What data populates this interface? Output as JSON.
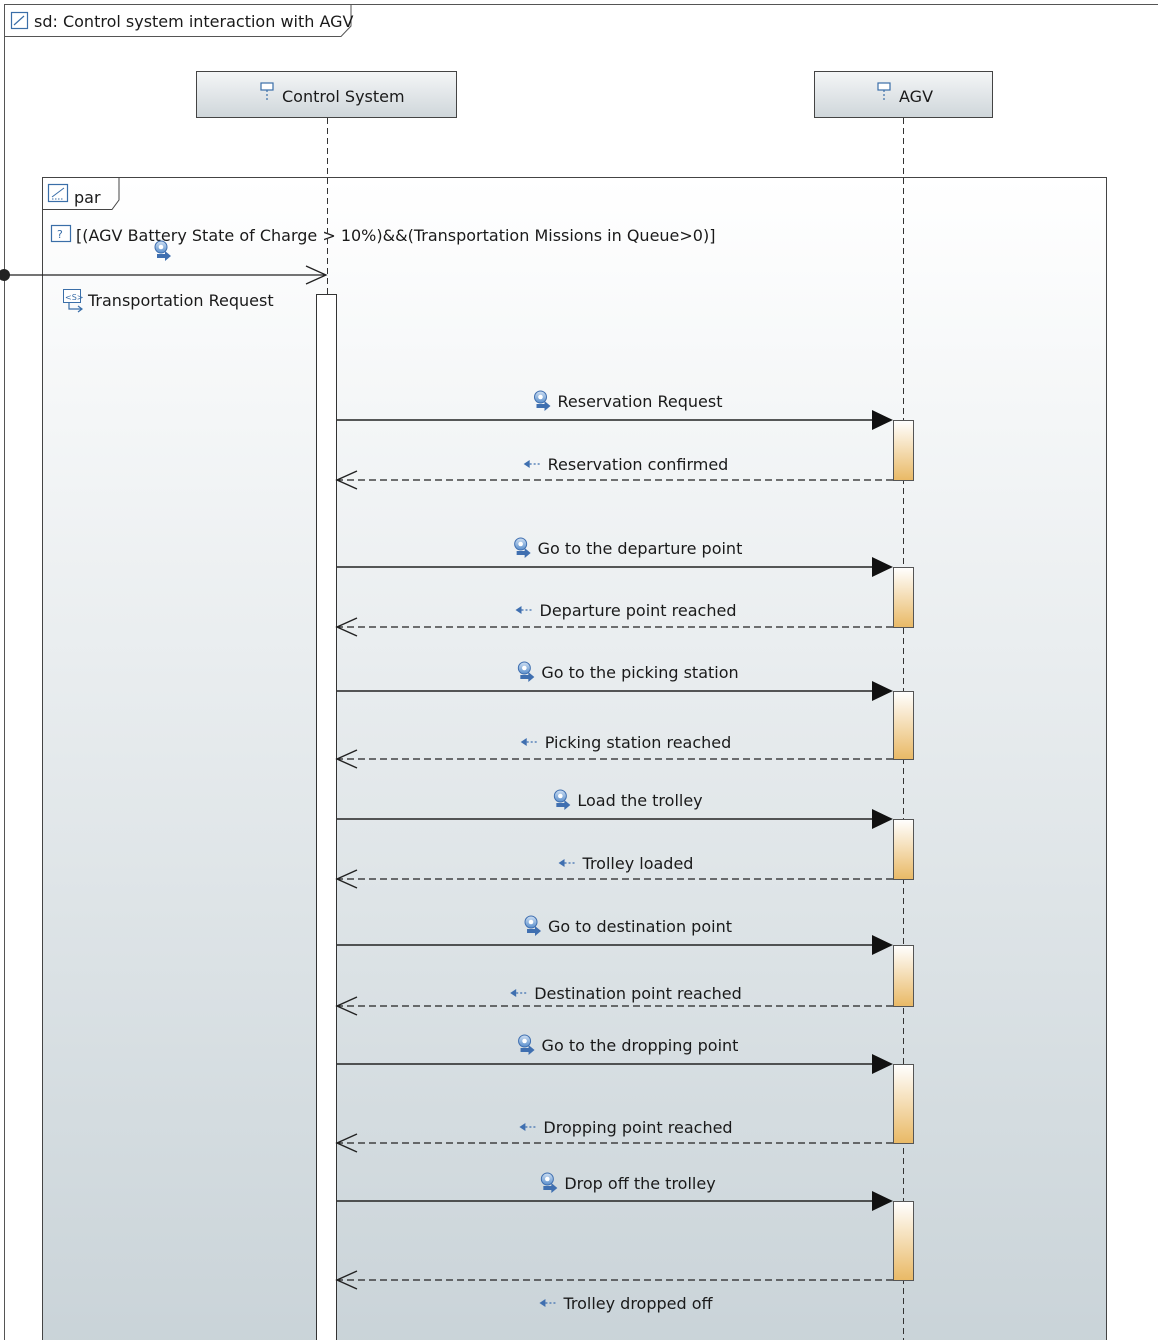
{
  "diagram": {
    "frame_title": "sd: Control system interaction with AGV",
    "lifelines": [
      {
        "name": "Control System"
      },
      {
        "name": "AGV"
      }
    ],
    "fragment": {
      "operator": "par",
      "guard": "[(AGV Battery State of Charge > 10%)&&(Transportation Missions in Queue>0)]"
    },
    "found_message": "Transportation Request",
    "messages": [
      {
        "request": "Reservation Request",
        "reply": "Reservation confirmed"
      },
      {
        "request": "Go to the departure point",
        "reply": "Departure point reached"
      },
      {
        "request": "Go to the picking station",
        "reply": "Picking station reached"
      },
      {
        "request": "Load the trolley",
        "reply": "Trolley loaded"
      },
      {
        "request": "Go to destination point",
        "reply": "Destination point reached"
      },
      {
        "request": "Go to the dropping point",
        "reply": "Dropping point reached"
      },
      {
        "request": "Drop off the trolley",
        "reply": "Trolley dropped off"
      }
    ],
    "colors": {
      "lifeline_head_top": "#f4f6f7",
      "lifeline_head_bottom": "#cfd6da",
      "fragment_bottom": "#c9d3d8",
      "activation_top": "#ffffff",
      "activation_bottom": "#e9b965",
      "icon_blue": "#3f6fb0"
    }
  }
}
